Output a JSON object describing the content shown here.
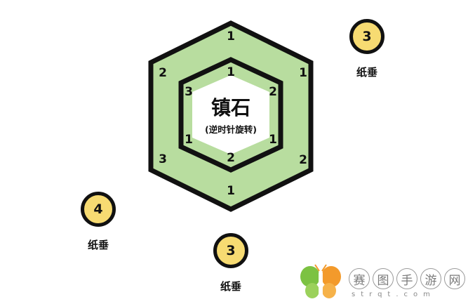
{
  "center": {
    "title": "镇石",
    "subtitle": "(逆时针旋转)"
  },
  "outer_ring": [
    "1",
    "1",
    "2",
    "1",
    "3",
    "2"
  ],
  "inner_ring": [
    "1",
    "2",
    "1",
    "2",
    "1",
    "3"
  ],
  "tokens": [
    {
      "value": "3",
      "label": "纸垂"
    },
    {
      "value": "4",
      "label": "纸垂"
    },
    {
      "value": "3",
      "label": "纸垂"
    }
  ],
  "colors": {
    "hex_fill": "#b8dd9f",
    "outline": "#111111",
    "token_fill": "#f7db72"
  },
  "watermark": {
    "logo": "butterfly-logo-icon",
    "chars": [
      "赛",
      "图",
      "手",
      "游",
      "网"
    ],
    "sub": "strqt.com"
  }
}
